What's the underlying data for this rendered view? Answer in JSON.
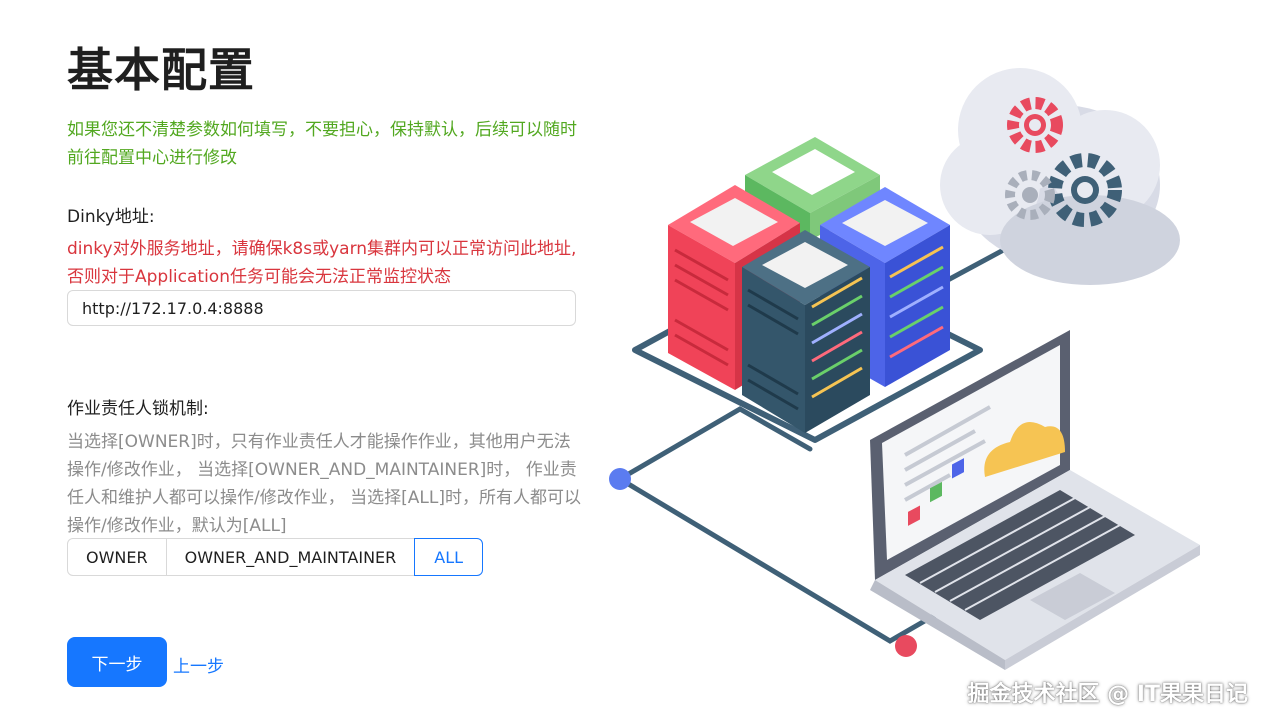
{
  "page": {
    "title": "基本配置",
    "hint": "如果您还不清楚参数如何填写，不要担心，保持默认，后续可以随时前往配置中心进行修改"
  },
  "dinky_address": {
    "label": "Dinky地址:",
    "warning": "dinky对外服务地址，请确保k8s或yarn集群内可以正常访问此地址,否则对于Application任务可能会无法正常监控状态",
    "value": "http://172.17.0.4:8888"
  },
  "lock_mechanism": {
    "label": "作业责任人锁机制:",
    "description": "当选择[OWNER]时，只有作业责任人才能操作作业，其他用户无法操作/修改作业， 当选择[OWNER_AND_MAINTAINER]时， 作业责任人和维护人都可以操作/修改作业， 当选择[ALL]时，所有人都可以操作/修改作业，默认为[ALL]",
    "options": [
      "OWNER",
      "OWNER_AND_MAINTAINER",
      "ALL"
    ],
    "selected": "ALL"
  },
  "actions": {
    "next_label": "下一步",
    "prev_label": "上一步"
  },
  "watermark": "掘金技术社区 @ IT果果日记",
  "colors": {
    "primary": "#1677ff",
    "hint_green": "#52a820",
    "warning_red": "#d9363e"
  }
}
